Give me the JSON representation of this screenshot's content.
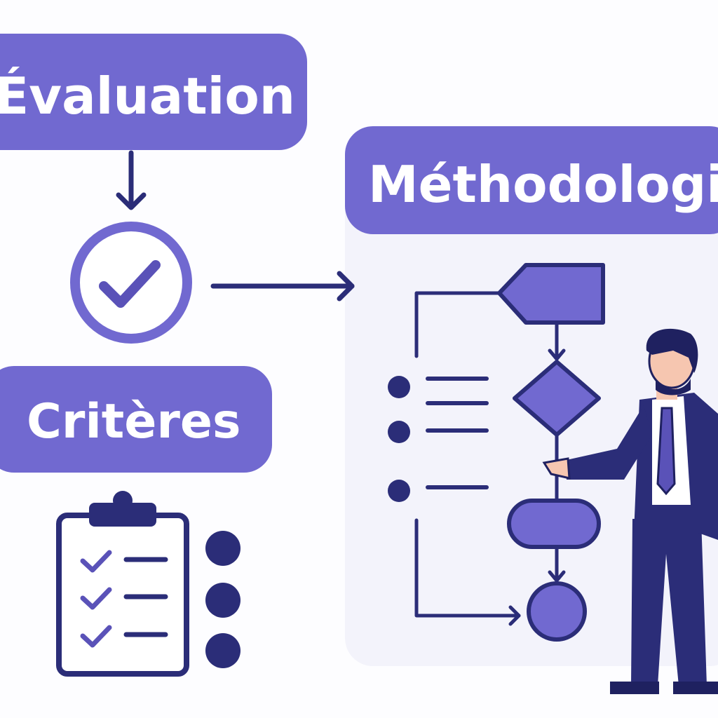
{
  "labels": {
    "evaluation": "Évaluation",
    "methodologie": "Méthodologie",
    "criteres": "Critères"
  },
  "colors": {
    "purple": "#7169d0",
    "navy": "#2b2d78",
    "panel": "#f3f3fb",
    "skin": "#f6c6b0"
  },
  "icons": [
    "check-circle-icon",
    "clipboard-checklist-icon",
    "flowchart-icon",
    "businessman-icon",
    "arrow-right-icon",
    "arrow-down-icon"
  ]
}
